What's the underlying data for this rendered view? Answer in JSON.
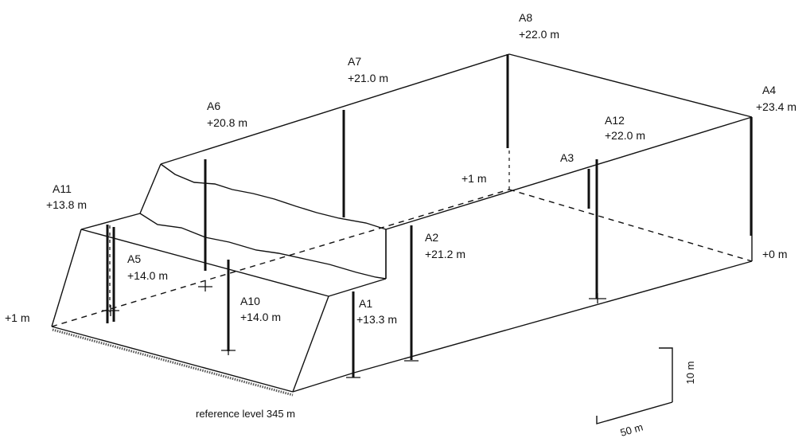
{
  "labels": {
    "a1": {
      "name": "A1",
      "value": "+13.3 m"
    },
    "a2": {
      "name": "A2",
      "value": "+21.2 m"
    },
    "a3": {
      "name": "A3"
    },
    "a4": {
      "name": "A4",
      "value": "+23.4 m"
    },
    "a5": {
      "name": "A5",
      "value": "+14.0 m"
    },
    "a6": {
      "name": "A6",
      "value": "+20.8 m"
    },
    "a7": {
      "name": "A7",
      "value": "+21.0 m"
    },
    "a8": {
      "name": "A8",
      "value": "+22.0 m"
    },
    "a10": {
      "name": "A10",
      "value": "+14.0 m"
    },
    "a11": {
      "name": "A11",
      "value": "+13.8 m"
    },
    "a12": {
      "name": "A12",
      "value": "+22.0 m"
    }
  },
  "levels": {
    "left": "+1 m",
    "back": "+1 m",
    "right": "+0 m",
    "reference": "reference level  345 m"
  },
  "scale": {
    "vertical": "10 m",
    "horizontal": "50 m"
  }
}
